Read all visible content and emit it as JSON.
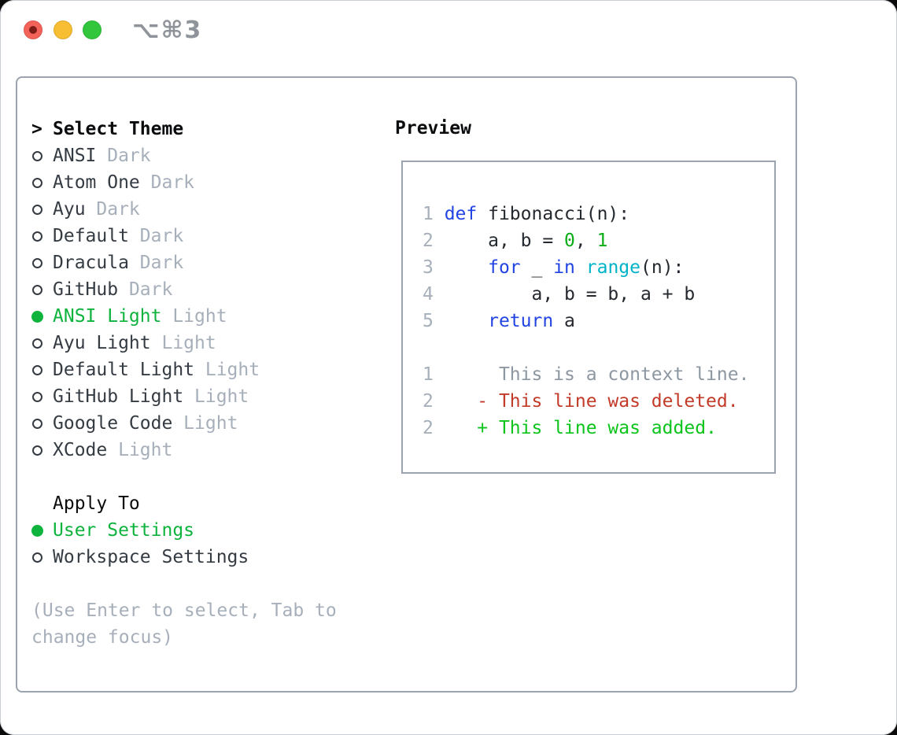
{
  "window": {
    "shortcut_label": "⌥⌘3",
    "traffic_lights": [
      "close",
      "minimize",
      "zoom"
    ]
  },
  "colors": {
    "window_red": "#f4635a",
    "window_red_dot": "#7e1d18",
    "window_yellow": "#f7bd33",
    "window_green": "#32c63d",
    "accent_green": "#0db33c",
    "fg_black": "#0a0c0e",
    "fg_dark": "#343b42",
    "fg_code": "#24292f",
    "muted_gray": "#a6afba",
    "context_gray": "#8d97a1",
    "border_gray": "#9aa3ae",
    "code_blue": "#2244e2",
    "code_cyan": "#00b4c8",
    "code_green": "#0aad16",
    "code_red": "#c23a28",
    "code_added_green": "#0cc41c"
  },
  "theme_picker": {
    "title_marker": ">",
    "title": "Select Theme",
    "themes": [
      {
        "name": "ANSI",
        "badge": "Dark",
        "selected": false
      },
      {
        "name": "Atom One",
        "badge": "Dark",
        "selected": false
      },
      {
        "name": "Ayu",
        "badge": "Dark",
        "selected": false
      },
      {
        "name": "Default",
        "badge": "Dark",
        "selected": false
      },
      {
        "name": "Dracula",
        "badge": "Dark",
        "selected": false
      },
      {
        "name": "GitHub",
        "badge": "Dark",
        "selected": false
      },
      {
        "name": "ANSI Light",
        "badge": "Light",
        "selected": true
      },
      {
        "name": "Ayu Light",
        "badge": "Light",
        "selected": false
      },
      {
        "name": "Default Light",
        "badge": "Light",
        "selected": false
      },
      {
        "name": "GitHub Light",
        "badge": "Light",
        "selected": false
      },
      {
        "name": "Google Code",
        "badge": "Light",
        "selected": false
      },
      {
        "name": "XCode",
        "badge": "Light",
        "selected": false
      }
    ],
    "apply_to": {
      "title": "Apply To",
      "options": [
        {
          "name": "User Settings",
          "selected": true
        },
        {
          "name": "Workspace Settings",
          "selected": false
        }
      ]
    },
    "help_text": "(Use Enter to select, Tab to change focus)"
  },
  "preview": {
    "title": "Preview",
    "lines": [
      {
        "segments": [
          {
            "t": "1 ",
            "c": "num"
          },
          {
            "t": "def",
            "c": "blue"
          },
          {
            "t": " fibonacci(n):",
            "c": "fg"
          }
        ]
      },
      {
        "segments": [
          {
            "t": "2 ",
            "c": "num"
          },
          {
            "t": "    a, b = ",
            "c": "fg"
          },
          {
            "t": "0",
            "c": "green"
          },
          {
            "t": ", ",
            "c": "fg"
          },
          {
            "t": "1",
            "c": "green"
          }
        ]
      },
      {
        "segments": [
          {
            "t": "3 ",
            "c": "num"
          },
          {
            "t": "    ",
            "c": "fg"
          },
          {
            "t": "for",
            "c": "blue"
          },
          {
            "t": " _ ",
            "c": "fg"
          },
          {
            "t": "in",
            "c": "blue"
          },
          {
            "t": " ",
            "c": "fg"
          },
          {
            "t": "range",
            "c": "cyan"
          },
          {
            "t": "(n):",
            "c": "fg"
          }
        ]
      },
      {
        "segments": [
          {
            "t": "4 ",
            "c": "num"
          },
          {
            "t": "        a, b = b, a + b",
            "c": "fg"
          }
        ]
      },
      {
        "segments": [
          {
            "t": "5 ",
            "c": "num"
          },
          {
            "t": "    ",
            "c": "fg"
          },
          {
            "t": "return",
            "c": "blue"
          },
          {
            "t": " a",
            "c": "fg"
          }
        ]
      },
      {
        "segments": [
          {
            "t": "",
            "c": "fg"
          }
        ]
      },
      {
        "segments": [
          {
            "t": "1      ",
            "c": "num"
          },
          {
            "t": "This is a context line.",
            "c": "ctx"
          }
        ]
      },
      {
        "segments": [
          {
            "t": "2    ",
            "c": "num"
          },
          {
            "t": "- This line was deleted.",
            "c": "red"
          }
        ]
      },
      {
        "segments": [
          {
            "t": "2    ",
            "c": "num"
          },
          {
            "t": "+ This line was added.",
            "c": "added"
          }
        ]
      }
    ]
  }
}
